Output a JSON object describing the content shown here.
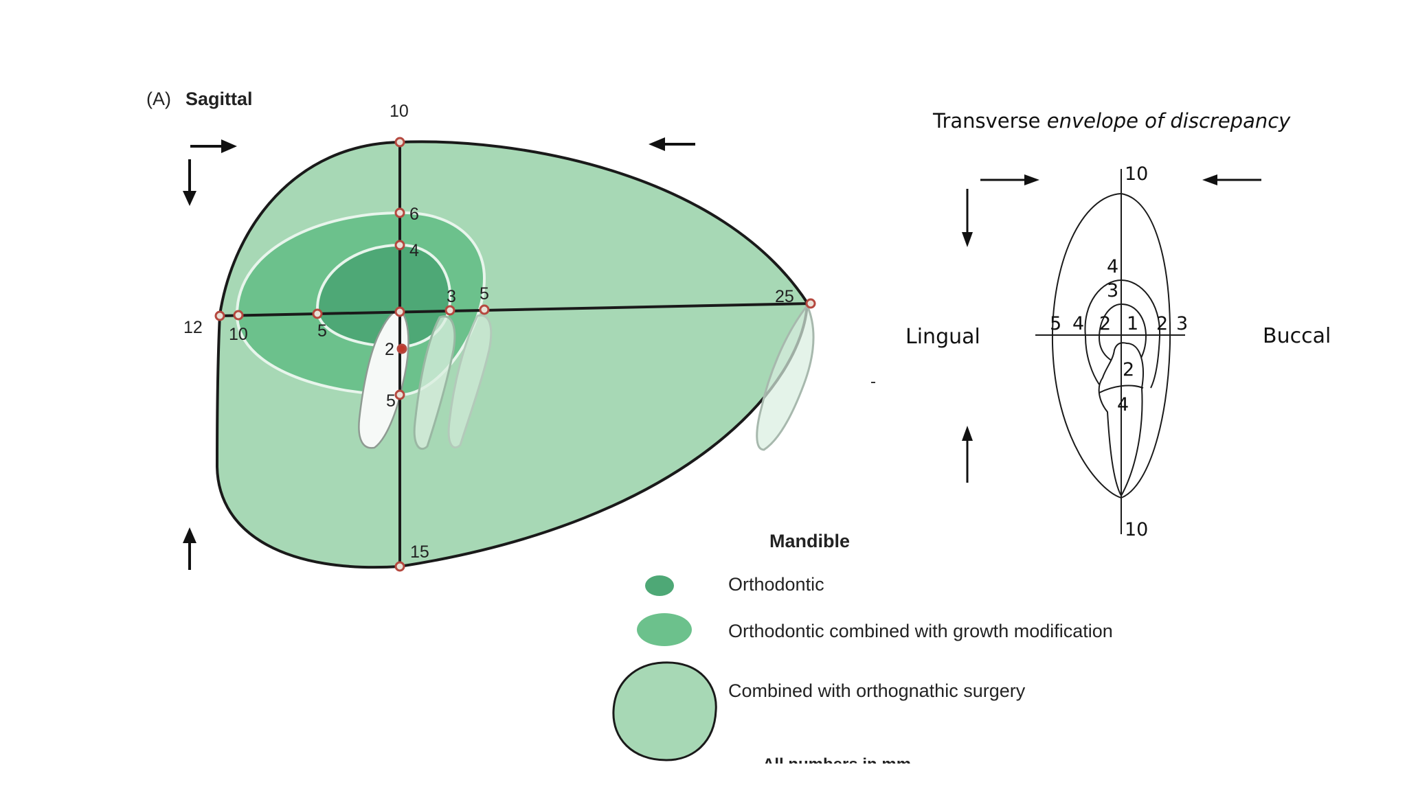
{
  "sagittal": {
    "panel_letter": "(A)",
    "title": "Sagittal",
    "numbers": {
      "top": "10",
      "left": "12",
      "right": "25",
      "bottom": "15",
      "mid_upper_outer": "6",
      "mid_upper_inner": "4",
      "left_outer": "10",
      "left_inner": "5",
      "right_inner": "3",
      "right_outer": "5",
      "tooth_mid": "2",
      "tooth_low": "5"
    },
    "colors": {
      "outer": "#a7d8b5",
      "middle": "#6cc18c",
      "inner": "#4ea876",
      "outline": "#1a1a1a",
      "marker": "#b5483f"
    }
  },
  "legend": {
    "title": "Mandible",
    "items": [
      {
        "label": "Orthodontic",
        "color": "#4ea876"
      },
      {
        "label": "Orthodontic combined with growth modification",
        "color": "#6cc18c"
      },
      {
        "label": "Combined with orthognathic surgery",
        "color": "#a7d8b5"
      }
    ],
    "footnote": "All numbers in mm"
  },
  "transverse": {
    "title_prefix": "Transverse ",
    "title_italic": "envelope of discrepancy",
    "left_label": "Lingual",
    "right_label": "Buccal",
    "numbers": {
      "top": "10",
      "bottom": "10",
      "upper_outer": "4",
      "upper_inner": "3",
      "left_5": "5",
      "left_4": "4",
      "left_2": "2",
      "right_1": "1",
      "right_2": "2",
      "right_3": "3",
      "tooth_upper": "2",
      "tooth_lower": "4"
    }
  }
}
